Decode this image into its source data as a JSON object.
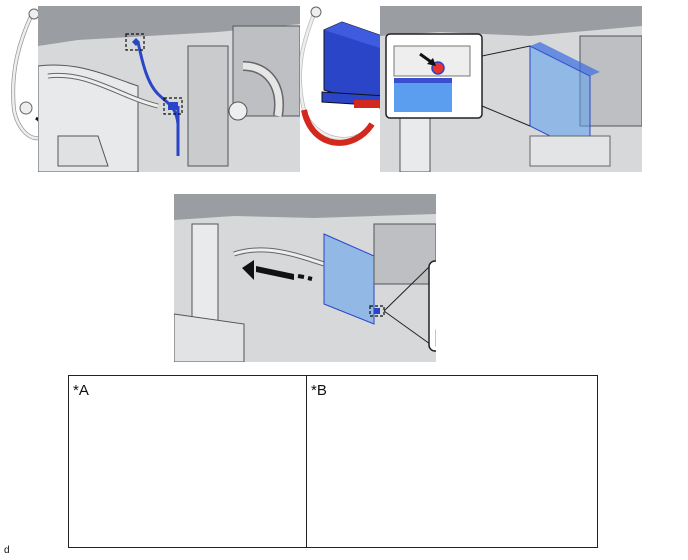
{
  "compare": {
    "label_a": "*A",
    "label_b": "*B"
  },
  "footer": {
    "code": "d"
  },
  "colors": {
    "part_blue": "#2b45c8",
    "part_blue_light": "#5b9ef0",
    "harness_red": "#d2281e",
    "engine_gray": "#d2d4d6",
    "line_dark": "#333333"
  },
  "icons": [
    "push-arrow-icon",
    "callout-arrow-icon",
    "dashed-highlight-box"
  ]
}
